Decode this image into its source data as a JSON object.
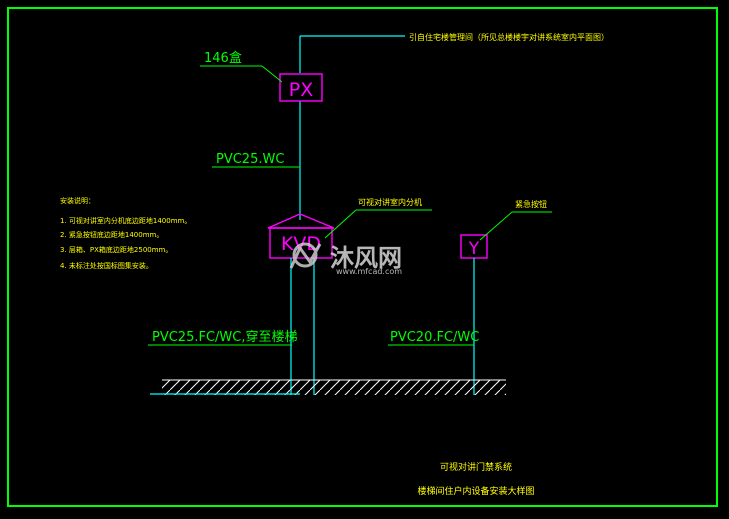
{
  "drawing": {
    "top_note": "引自住宅楼管理间（所见总楼楼宇对讲系统室内平面图）",
    "cable_count": "146盒",
    "box_px": "PX",
    "cable_upper": "PVC25.WC",
    "kvd_note": "可视对讲室内分机",
    "box_kvd": "KVD",
    "alarm_note": "紧急按钮",
    "box_alarm": "Y",
    "cable_left": "PVC25.FC/WC,穿至楼梯",
    "cable_right": "PVC20.FC/WC",
    "notes": [
      "安装说明：",
      "1. 可视对讲室内分机底边距地1400mm。",
      "2. 紧急按钮底边距地1400mm。",
      "3. 层箱、PX箱底边距地2500mm。",
      "4. 未标注处按国标图集安装。"
    ],
    "footer_title_1": "可视对讲门禁系统",
    "footer_title_2": "楼梯间住户内设备安装大样图"
  },
  "watermark": {
    "brand": "沐风网",
    "url": "www.mfcad.com"
  },
  "colors": {
    "background": "#000000",
    "frame": "#00ff00",
    "leader": "#00ffff",
    "text_yellow": "#ffff00",
    "text_green": "#00ff00",
    "box": "#ff00ff",
    "ground": "#ffffff"
  }
}
